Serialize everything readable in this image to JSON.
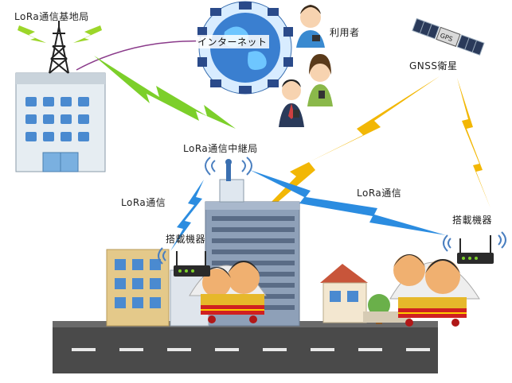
{
  "labels": {
    "base_station": "LoRa通信基地局",
    "internet": "インターネット",
    "user": "利用者",
    "gnss": "GNSS衛星",
    "relay": "LoRa通信中継局",
    "lora_left": "LoRa通信",
    "lora_right": "LoRa通信",
    "onboard_left": "搭載機器",
    "onboard_right": "搭載機器",
    "gps_chip": "GPS"
  },
  "colors": {
    "green_link": "#7ccf2a",
    "blue_link": "#2b8ce0",
    "yellow_link": "#f2b705",
    "purple_link": "#8a3a8a",
    "wifi": "#4a7fc0"
  }
}
